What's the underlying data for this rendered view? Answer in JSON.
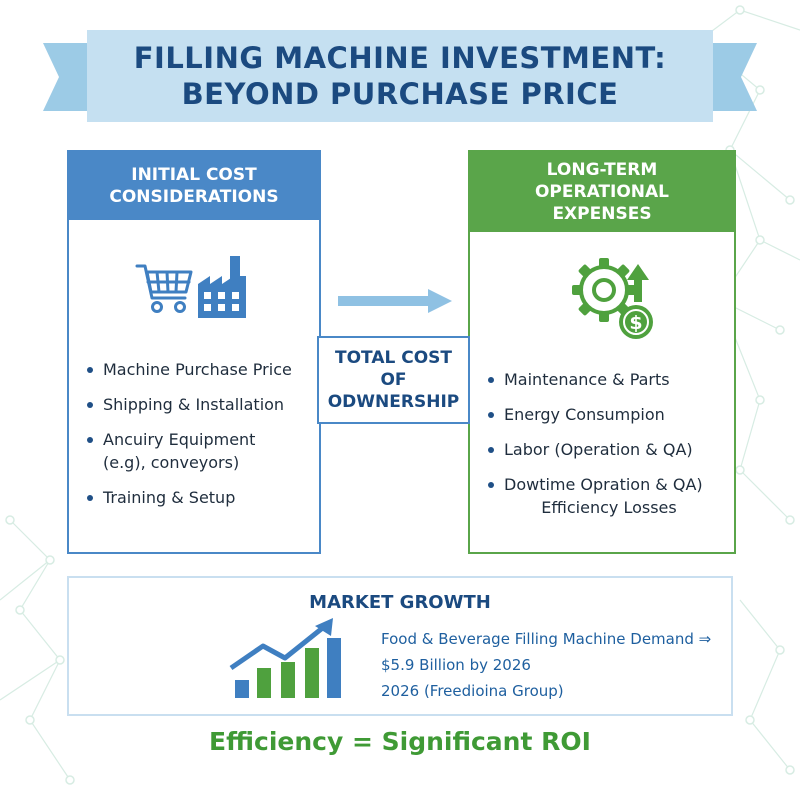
{
  "title": {
    "line1": "FILLING MACHINE INVESTMENT:",
    "line2": "BEYOND PURCHASE PRICE"
  },
  "colors": {
    "blue": "#4a88c7",
    "green": "#5aa54a",
    "navy": "#1b4a80",
    "banner": "#c5e0f1"
  },
  "initial_costs": {
    "heading": [
      "INITIAL COST",
      "CONSIDERATIONS"
    ],
    "icons": [
      "shopping-cart-icon",
      "factory-icon"
    ],
    "items": [
      "Machine Purchase Price",
      "Shipping & Installation",
      "Ancuiry Equipment\n(e.g), conveyors)",
      "Training & Setup"
    ]
  },
  "center": {
    "lines": [
      "TOTAL COST",
      "OF",
      "ODWNERSHIP"
    ],
    "arrow_icon": "right-arrow-icon"
  },
  "long_term": {
    "heading": [
      "LONG-TERM",
      "OPERATIONAL",
      "EXPENSES"
    ],
    "icons": [
      "gear-icon",
      "up-arrow-icon",
      "dollar-coin-icon"
    ],
    "items": [
      "Maintenance & Parts",
      "Energy Consumpion",
      "Labor (Operation & QA)",
      "Dowtime Opration & QA)",
      "Efficiency Losses"
    ]
  },
  "market": {
    "title": "MARKET GROWTH",
    "icon": "growth-chart-icon",
    "lines": [
      "Food & Beverage Filling Machine Demand ⇒",
      "$5.9 Billion by 2026",
      "2026 (Freedioina Group)"
    ]
  },
  "footer": "Efficiency = Significant ROI"
}
